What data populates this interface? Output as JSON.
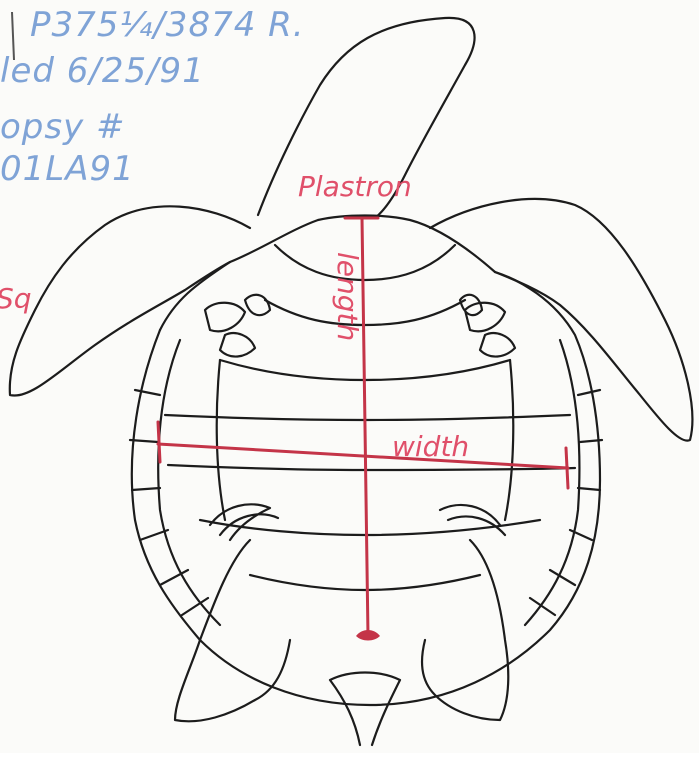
{
  "notes": {
    "line1": "P375¼/3874 R.",
    "line2": "led 6/25/91",
    "line3": "opsy #",
    "line4": "01LA91",
    "left_edge_label": "Sq"
  },
  "labels": {
    "plastron": "Plastron",
    "length": "length",
    "width": "width"
  },
  "colors": {
    "notes_ink": "#7fa3d6",
    "label_ink": "#e0506a",
    "measure_line": "#c43448",
    "outline": "#1c1c1c"
  }
}
